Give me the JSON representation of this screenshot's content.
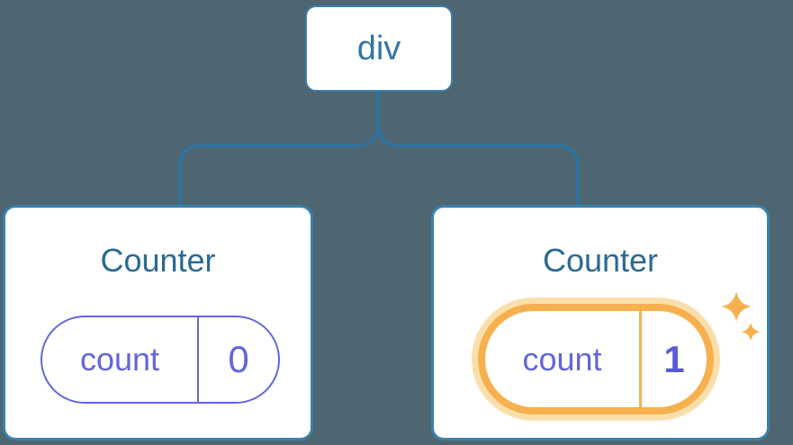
{
  "diagram": {
    "root_node": {
      "label": "div"
    },
    "children": [
      {
        "title": "Counter",
        "state_name": "count",
        "state_value": "0",
        "highlighted": false
      },
      {
        "title": "Counter",
        "state_name": "count",
        "state_value": "1",
        "highlighted": true
      }
    ]
  },
  "icons": {
    "highlight_icon": "sparkles-icon",
    "connector": "tree-connector-line"
  },
  "colors": {
    "background": "#4D6671",
    "line": "#2D73A3",
    "node_border": "#3A80AD",
    "node_text": "#3476A4",
    "title": "#2B6A91",
    "purple": "#6266DB",
    "purple_bold": "#5B5BD6",
    "orange": "#F6B04D",
    "orange_halo": "#FBDFAB",
    "card_bg": "#FFFFFF"
  }
}
